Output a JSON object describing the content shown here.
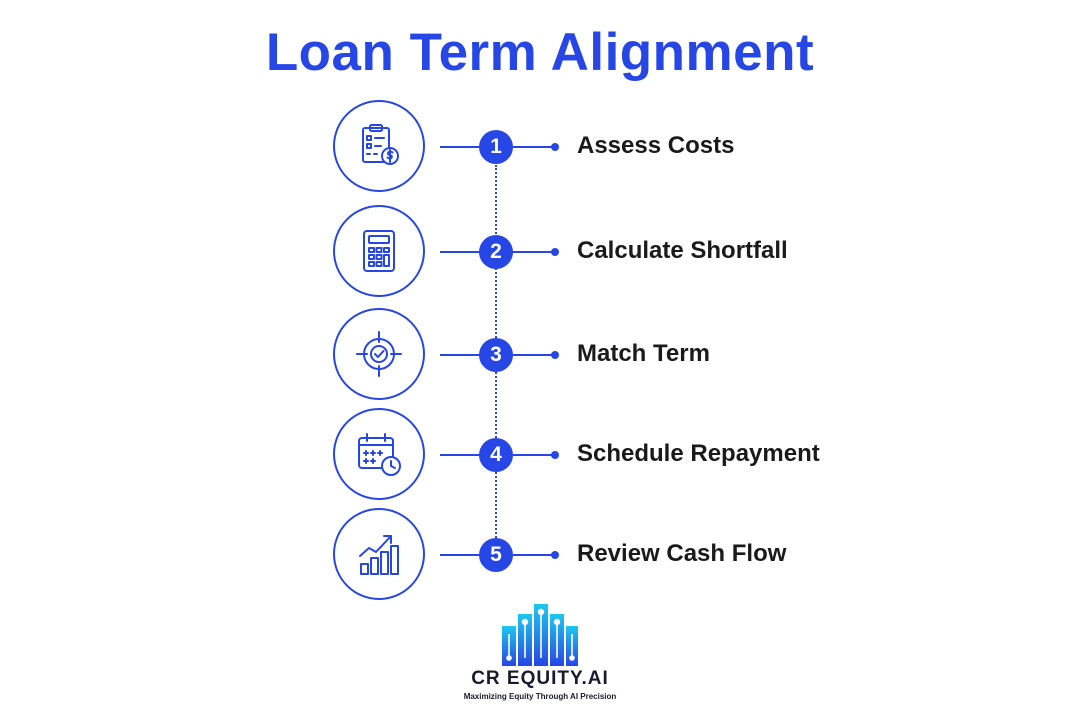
{
  "title": "Loan Term Alignment",
  "steps": [
    {
      "number": "1",
      "label": "Assess Costs",
      "icon": "clipboard-dollar-icon"
    },
    {
      "number": "2",
      "label": "Calculate Shortfall",
      "icon": "calculator-icon"
    },
    {
      "number": "3",
      "label": "Match Term",
      "icon": "target-check-icon"
    },
    {
      "number": "4",
      "label": "Schedule Repayment",
      "icon": "calendar-clock-icon"
    },
    {
      "number": "5",
      "label": "Review Cash Flow",
      "icon": "growth-chart-icon"
    }
  ],
  "logo": {
    "name": "CR EQUITY.AI",
    "tagline": "Maximizing Equity Through AI Precision"
  },
  "colors": {
    "accent": "#2746e6",
    "text": "#1a1a1a",
    "logo_gradient_top": "#1ec8f0",
    "logo_gradient_bottom": "#2746e6"
  }
}
